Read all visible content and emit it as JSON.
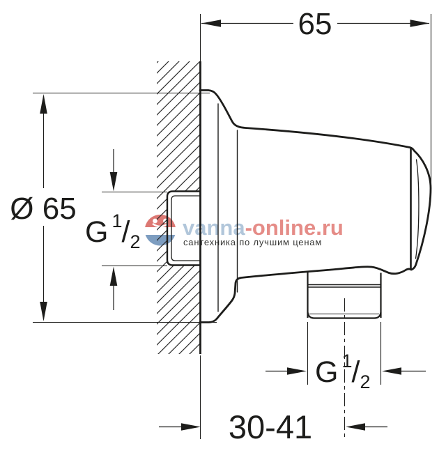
{
  "dimensions": {
    "top_width": "65",
    "flange_diameter": "Ø 65",
    "mount_depth": "30-41",
    "thread": {
      "g": "G",
      "sup": "1",
      "slash": "/",
      "sub": "2"
    }
  },
  "watermark": {
    "brand_blue_part": "vanna",
    "brand_red_part": "-online.ru",
    "tagline": "сантехника по лучшим ценам",
    "colors": {
      "brand_blue": "#a9c0d6",
      "brand_red": "#e3807b",
      "tagline": "#b9c6ce",
      "logo_red": "#d96a64",
      "logo_blue": "#7093ba"
    }
  },
  "style": {
    "line_color": "#1d1d1b",
    "background": "#ffffff"
  }
}
